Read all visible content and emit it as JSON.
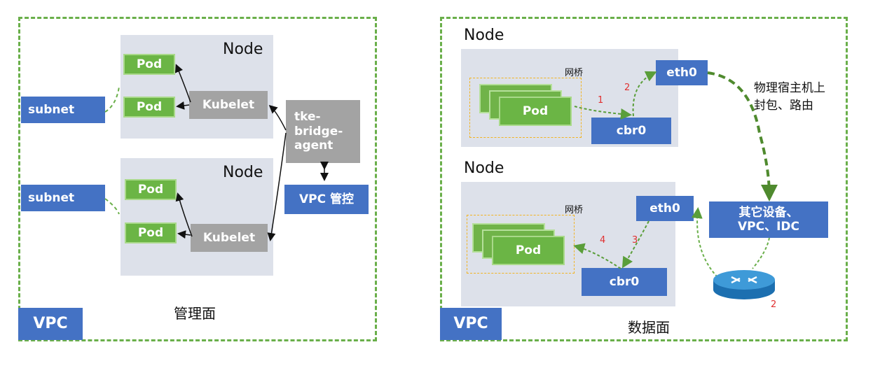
{
  "management": {
    "caption": "管理面",
    "vpc_label": "VPC",
    "subnet_top": "subnet",
    "subnet_bottom": "subnet",
    "node_top": {
      "title": "Node",
      "pod1": "Pod",
      "pod2": "Pod",
      "kubelet": "Kubelet"
    },
    "node_bottom": {
      "title": "Node",
      "pod1": "Pod",
      "pod2": "Pod",
      "kubelet": "Kubelet"
    },
    "agent": "tke-\nbridge-\nagent",
    "vpc_control": "VPC 管控"
  },
  "data_plane": {
    "caption": "数据面",
    "vpc_label": "VPC",
    "node_top": {
      "title": "Node",
      "bridge": "网桥",
      "pod": "Pod",
      "eth0": "eth0",
      "cbr0": "cbr0"
    },
    "node_bottom": {
      "title": "Node",
      "bridge": "网桥",
      "pod": "Pod",
      "eth0": "eth0",
      "cbr0": "cbr0"
    },
    "host_note_line1": "物理宿主机上",
    "host_note_line2": "封包、路由",
    "other_devices_line1": "其它设备、",
    "other_devices_line2": "VPC、IDC",
    "step_labels": [
      "1",
      "2",
      "3",
      "4",
      "2"
    ],
    "router_icon": "router-icon"
  },
  "colors": {
    "frame_dashed": "#6aaf4a",
    "pod_green": "#6bb545",
    "blue_box": "#4472c4",
    "grey_box": "#a3a3a3",
    "node_bg": "#dde1ea",
    "bridge_dashed": "#f2b320",
    "step_red": "#e03030"
  }
}
